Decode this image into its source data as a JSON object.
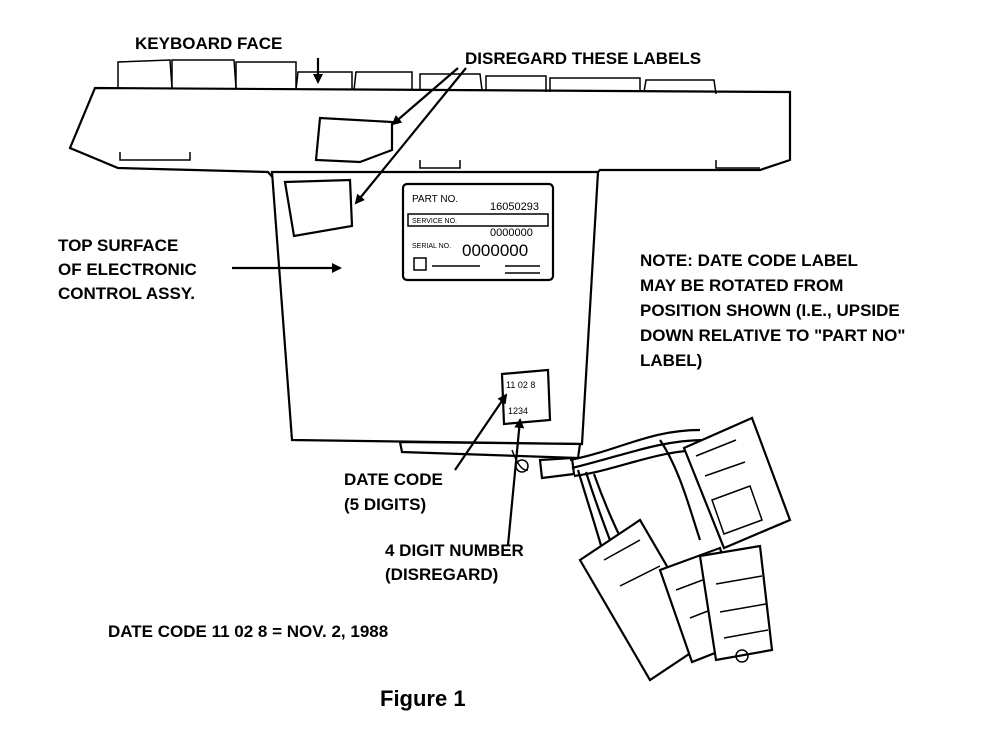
{
  "labels": {
    "keyboard_face": "KEYBOARD FACE",
    "disregard_labels": "DISREGARD THESE LABELS",
    "top_surface": [
      "TOP SURFACE",
      "OF ELECTRONIC",
      "CONTROL ASSY."
    ],
    "note": [
      "NOTE: DATE CODE LABEL",
      "MAY BE ROTATED FROM",
      "POSITION SHOWN (I.E., UPSIDE",
      "DOWN RELATIVE TO \"PART NO\"",
      "LABEL)"
    ],
    "date_code": [
      "DATE CODE",
      "(5 DIGITS)"
    ],
    "four_digit": [
      "4 DIGIT NUMBER",
      "(DISREGARD)"
    ],
    "example": "DATE CODE 11 02 8 = NOV. 2, 1988",
    "caption": "Figure 1"
  },
  "part_label": {
    "part_no_label": "PART NO.",
    "part_no_value": "16050293",
    "service_label": "SERVICE NO.",
    "service_value": "0000000",
    "serial_label": "SERIAL NO.",
    "serial_value": "0000000"
  },
  "date_label": {
    "date_code_value": "11 02 8",
    "four_digit_value": "1234"
  }
}
